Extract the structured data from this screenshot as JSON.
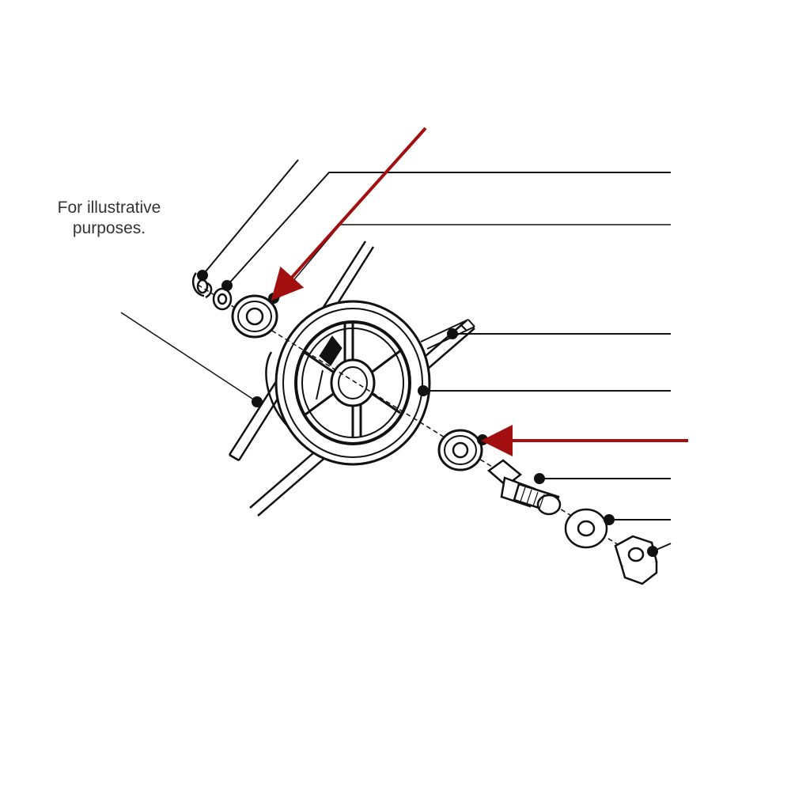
{
  "caption": "For illustrative\npurposes.",
  "colors": {
    "ink": "#111111",
    "highlight_arrow": "#a30f0f",
    "background": "#ffffff"
  },
  "highlighted_parts": [
    "upper-bearing",
    "lower-bearing"
  ]
}
